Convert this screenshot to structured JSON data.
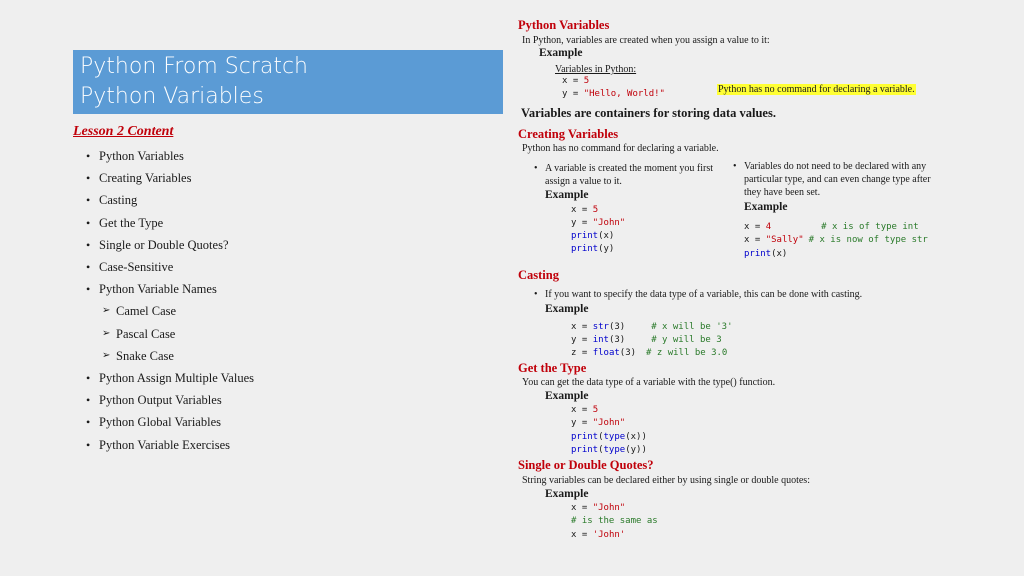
{
  "banner": {
    "line1": "Python From Scratch",
    "line2": "Python Variables"
  },
  "lesson": {
    "heading": "Lesson 2 Content",
    "items": [
      "Python Variables",
      "Creating Variables",
      "Casting",
      "Get the Type",
      "Single or Double Quotes?",
      "Case-Sensitive",
      "Python Variable Names"
    ],
    "subitems": [
      "Camel Case",
      "Pascal Case",
      "Snake Case"
    ],
    "items2": [
      "Python Assign Multiple Values",
      "Python Output Variables",
      "Python Global Variables",
      "Python Variable Exercises"
    ]
  },
  "variables": {
    "heading": "Python Variables",
    "intro": "In Python, variables are created when you assign a value to it:",
    "example": "Example",
    "sub_label": "Variables in Python:",
    "code1_lhs": "x = ",
    "code1_val": "5",
    "code2_lhs": "y = ",
    "code2_val": "\"Hello, World!\"",
    "note": "Python has no command for declaring a variable.",
    "summary": "Variables are containers for storing data values."
  },
  "creating": {
    "heading": "Creating Variables",
    "intro": "Python has no command for declaring a variable.",
    "left_text": "A variable is created the moment you first assign a value to it.",
    "left_example": "Example",
    "l1_lhs": "x = ",
    "l1_val": "5",
    "l2_lhs": "y = ",
    "l2_val": "\"John\"",
    "l3_fn": "print",
    "l3_arg": "(x)",
    "l4_fn": "print",
    "l4_arg": "(y)",
    "right_text": "Variables do not need to be declared with any particular type, and can even change type after they have been set.",
    "right_example": "Example",
    "r1_lhs": "x = ",
    "r1_val": "4",
    "r1_cm": "# x is of type int",
    "r2_lhs": "x = ",
    "r2_val": "\"Sally\"",
    "r2_cm": "# x is now of type str",
    "r3_fn": "print",
    "r3_arg": "(x)"
  },
  "casting": {
    "heading": "Casting",
    "text": "If you want to specify the data type of a variable, this can be done with casting.",
    "example": "Example",
    "c1_lhs": "x = ",
    "c1_fn": "str",
    "c1_arg": "(3)",
    "c1_cm": "# x will be '3'",
    "c2_lhs": "y = ",
    "c2_fn": "int",
    "c2_arg": "(3)",
    "c2_cm": "# y will be 3",
    "c3_lhs": "z = ",
    "c3_fn": "float",
    "c3_arg": "(3)",
    "c3_cm": "# z will be 3.0"
  },
  "gettype": {
    "heading": "Get the Type",
    "text": "You can get the data type of a variable with the type() function.",
    "example": "Example",
    "g1_lhs": "x = ",
    "g1_val": "5",
    "g2_lhs": "y = ",
    "g2_val": "\"John\"",
    "g3_fn": "print",
    "g3_mid": "(",
    "g3_fn2": "type",
    "g3_end": "(x))",
    "g4_fn": "print",
    "g4_mid": "(",
    "g4_fn2": "type",
    "g4_end": "(y))"
  },
  "quotes": {
    "heading": "Single or Double Quotes?",
    "text": "String variables can be declared either by using single or double quotes:",
    "example": "Example",
    "q1_lhs": "x = ",
    "q1_val": "\"John\"",
    "q2_cm": "# is the same as",
    "q3_lhs": "x = ",
    "q3_val": "'John'"
  }
}
